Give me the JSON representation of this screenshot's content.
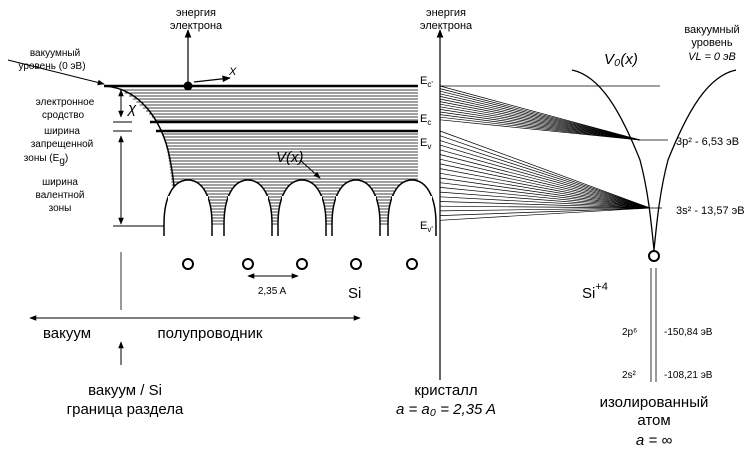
{
  "left": {
    "energy_axis_label": [
      "энергия",
      "электрона"
    ],
    "vacuum_level_label": [
      "вакуумный",
      "уровень (0 эВ)"
    ],
    "chi_symbol": "χ",
    "x_symbol": "X",
    "electron_affinity_label": [
      "электронное",
      "сродство"
    ],
    "band_gap_label": [
      "ширина",
      "запрещенной",
      "зоны (E",
      "g",
      ")"
    ],
    "valence_width_label": [
      "ширина",
      "валентной",
      "зоны"
    ],
    "potential_label": "V(x)",
    "spacing_label": "2,35 A",
    "element_label": "Si",
    "vacuum_region_label": "вакуум",
    "semiconductor_region_label": "полупроводник",
    "interface_label": [
      "вакуум / Si",
      "граница раздела"
    ]
  },
  "middle": {
    "energy_axis_label": [
      "энергия",
      "электрона"
    ],
    "level_labels": [
      {
        "base": "E",
        "sub": "c'"
      },
      {
        "base": "E",
        "sub": "c"
      },
      {
        "base": "E",
        "sub": "v"
      },
      {
        "base": "E",
        "sub": "v'"
      }
    ],
    "crystal_label": "кристалл",
    "lattice_label": "a = a₀ = 2,35 A"
  },
  "right": {
    "potential_label": "V₀(x)",
    "vacuum_level_label": [
      "вакуумный",
      "уровень",
      "VL = 0 эВ"
    ],
    "level_3p": "3p² - 6,53 эВ",
    "level_3s": "3s² - 13,57 эВ",
    "ion_label": "Si",
    "ion_charge": "+4",
    "level_2p": {
      "name": "2p⁶",
      "energy": "-150,84 эВ"
    },
    "level_2s": {
      "name": "2s²",
      "energy": "-108,21 эВ"
    },
    "isolated_atom_label": [
      "изолированный",
      "атом",
      "a = ∞"
    ]
  }
}
